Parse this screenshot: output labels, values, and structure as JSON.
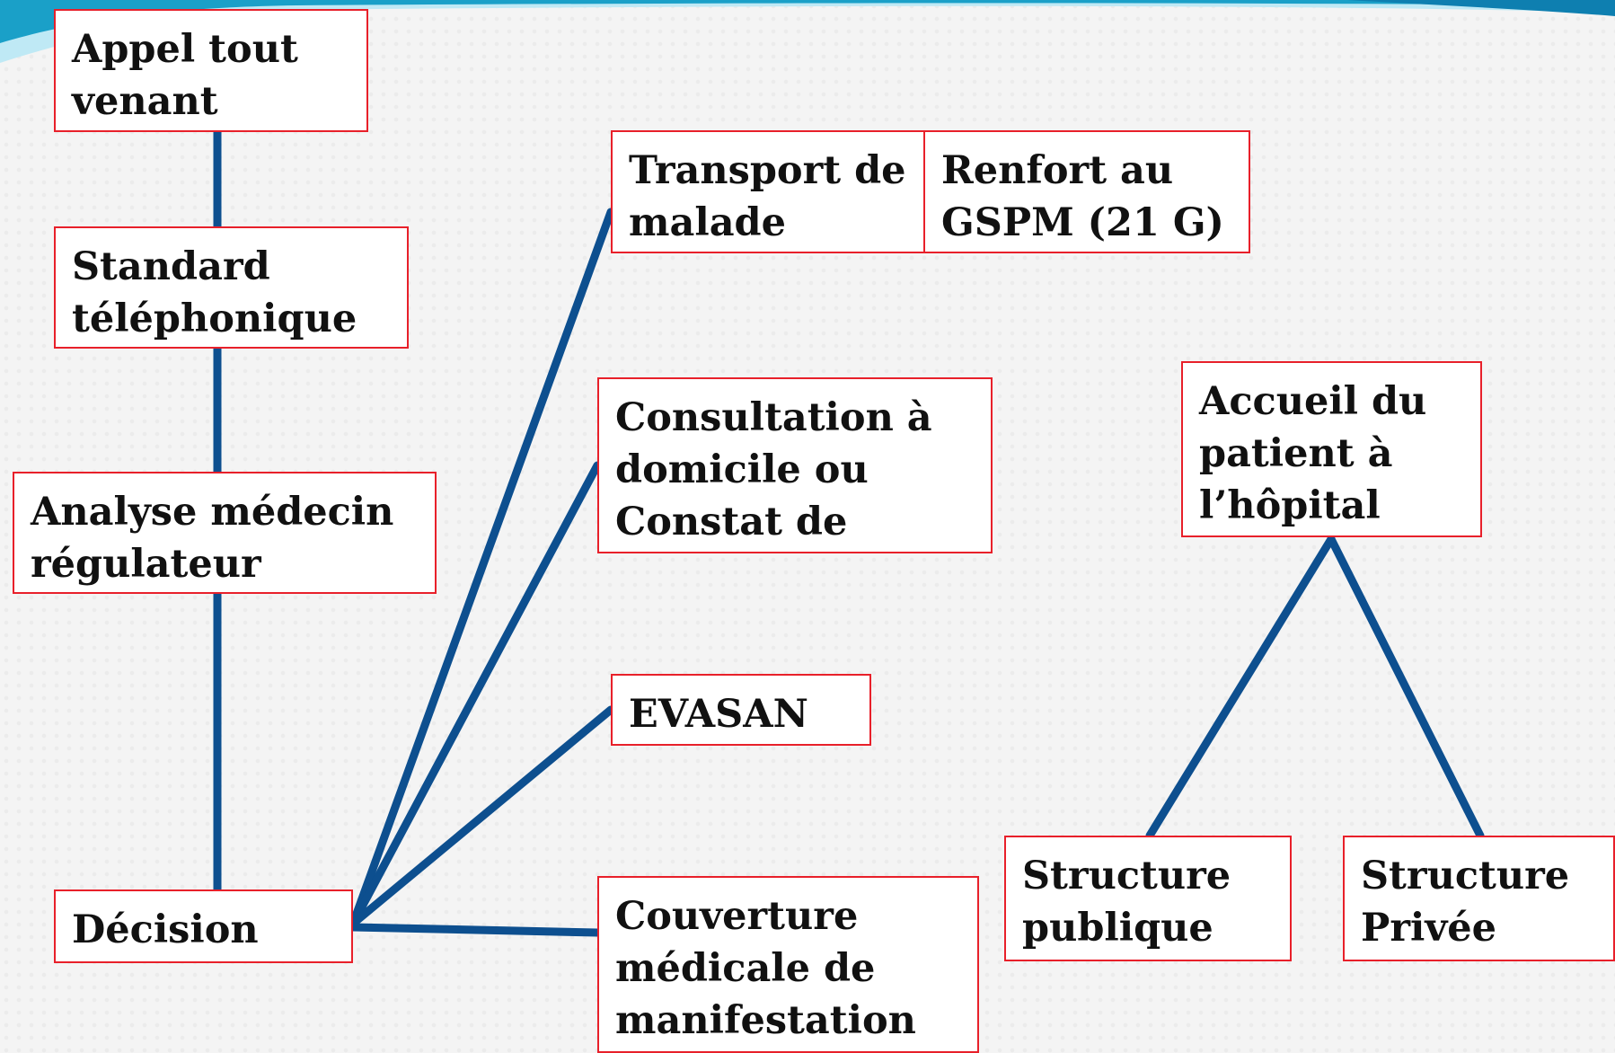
{
  "diagram": {
    "nodes": [
      {
        "id": "appel",
        "text": "Appel tout\nvenant"
      },
      {
        "id": "standard",
        "text": "Standard\ntéléphonique"
      },
      {
        "id": "analyse",
        "text": "Analyse  médecin\nrégulateur"
      },
      {
        "id": "decision",
        "text": "Décision"
      },
      {
        "id": "transport",
        "text": "Transport de\nmalade"
      },
      {
        "id": "renfort",
        "text": "Renfort au\nGSPM (21 G)"
      },
      {
        "id": "consultation",
        "text": "Consultation à\ndomicile ou\nConstat de décès"
      },
      {
        "id": "evasan",
        "text": "EVASAN"
      },
      {
        "id": "couverture",
        "text": "Couverture\nmédicale de\nmanifestation"
      },
      {
        "id": "accueil",
        "text": "Accueil du\npatient à\nl’hôpital"
      },
      {
        "id": "publique",
        "text": "Structure\npublique"
      },
      {
        "id": "privee",
        "text": "Structure\nPrivée"
      }
    ],
    "edges": [
      {
        "from": "appel",
        "to": "standard"
      },
      {
        "from": "standard",
        "to": "analyse"
      },
      {
        "from": "analyse",
        "to": "decision"
      },
      {
        "from": "decision",
        "to": "transport"
      },
      {
        "from": "decision",
        "to": "consultation"
      },
      {
        "from": "decision",
        "to": "evasan"
      },
      {
        "from": "decision",
        "to": "couverture"
      },
      {
        "from": "accueil",
        "to": "publique"
      },
      {
        "from": "accueil",
        "to": "privee"
      }
    ],
    "colors": {
      "box_border": "#e8202a",
      "connector": "#0d4f8f",
      "text": "#111111",
      "swoosh_dark": "#1aa0c8",
      "swoosh_light": "#8fd8ec"
    }
  }
}
